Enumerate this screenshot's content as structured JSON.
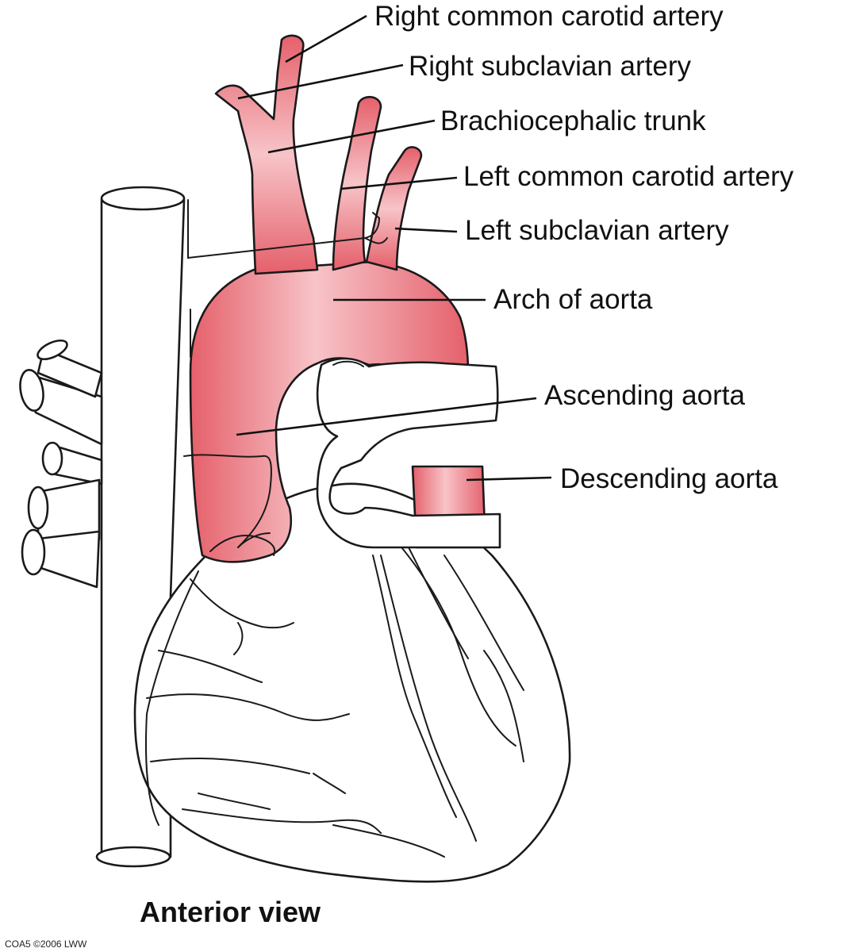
{
  "labels": {
    "right_common_carotid": "Right common carotid artery",
    "right_subclavian": "Right subclavian artery",
    "brachiocephalic": "Brachiocephalic trunk",
    "left_common_carotid": "Left common carotid artery",
    "left_subclavian": "Left subclavian artery",
    "arch": "Arch of aorta",
    "ascending": "Ascending aorta",
    "descending": "Descending aorta"
  },
  "caption": "Anterior view",
  "credit": "COA5 ©2006 LWW",
  "colors": {
    "vessel_light": "#f7c4c8",
    "vessel_dark": "#e5606b",
    "outline": "#1a1a1a",
    "background": "#ffffff"
  }
}
